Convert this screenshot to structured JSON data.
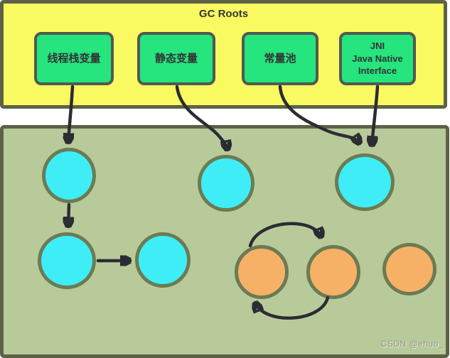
{
  "diagram": {
    "title": "GC Roots",
    "gc_roots": [
      {
        "id": "thread-stack-vars",
        "label": "线程栈变量"
      },
      {
        "id": "static-vars",
        "label": "静态变量"
      },
      {
        "id": "constant-pool",
        "label": "常量池"
      },
      {
        "id": "jni",
        "label": "JNI\nJava Native\nInterface"
      }
    ],
    "heap": {
      "objects": [
        {
          "id": "obj-1",
          "state": "reachable",
          "color": "#3fedf6"
        },
        {
          "id": "obj-2",
          "state": "reachable",
          "color": "#3fedf6"
        },
        {
          "id": "obj-3",
          "state": "reachable",
          "color": "#3fedf6"
        },
        {
          "id": "obj-4",
          "state": "reachable",
          "color": "#3fedf6"
        },
        {
          "id": "obj-5",
          "state": "reachable",
          "color": "#3fedf6"
        },
        {
          "id": "obj-6",
          "state": "unreachable",
          "color": "#f7b166"
        },
        {
          "id": "obj-7",
          "state": "unreachable",
          "color": "#f7b166"
        },
        {
          "id": "obj-8",
          "state": "unreachable",
          "color": "#f7b166"
        }
      ],
      "references": [
        {
          "from": "thread-stack-vars",
          "to": "obj-1"
        },
        {
          "from": "static-vars",
          "to": "obj-2"
        },
        {
          "from": "constant-pool",
          "to": "obj-3"
        },
        {
          "from": "jni",
          "to": "obj-3"
        },
        {
          "from": "obj-1",
          "to": "obj-4"
        },
        {
          "from": "obj-4",
          "to": "obj-5"
        },
        {
          "from": "obj-6",
          "to": "obj-7"
        },
        {
          "from": "obj-7",
          "to": "obj-6"
        }
      ]
    }
  },
  "watermark": "CSDN @ehuo_",
  "colors": {
    "roots_panel_bg": "#f9f961",
    "roots_box_bg": "#26e47e",
    "heap_panel_bg": "#b8ca9a",
    "reachable_object": "#3fedf6",
    "unreachable_object": "#f7b166",
    "panel_border": "#5d6247",
    "node_border": "#6b7b53",
    "arrow": "#2c2c33"
  }
}
